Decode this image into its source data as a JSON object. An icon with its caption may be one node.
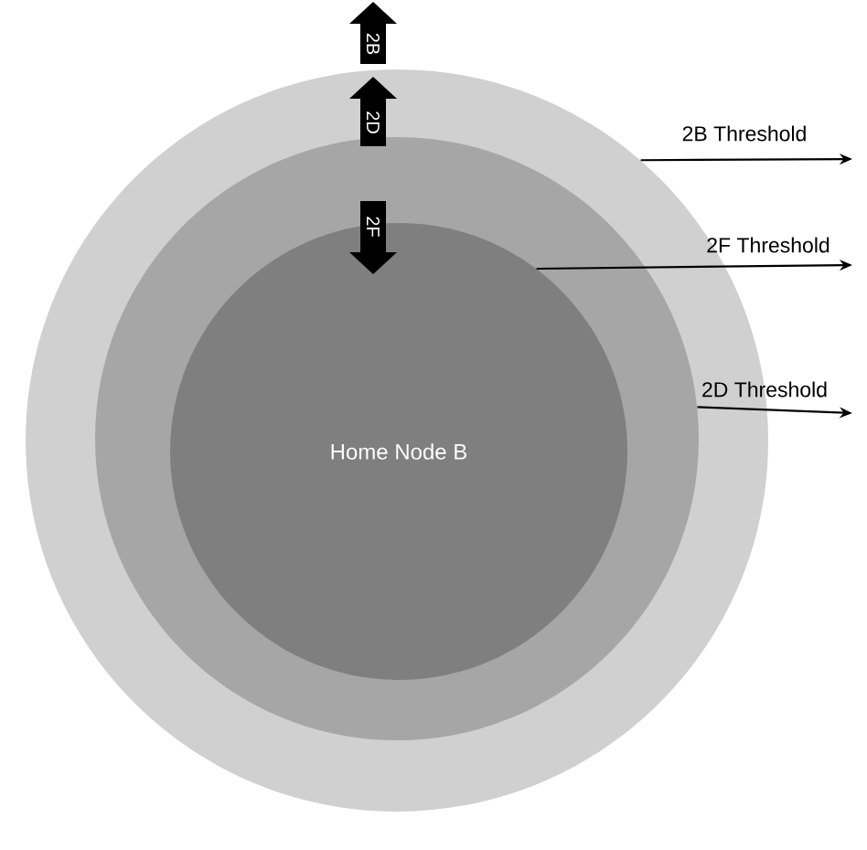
{
  "diagram": {
    "nodes": [
      {
        "text": [],
        "shape": "circle"
      },
      {
        "text": [],
        "shape": "circle",
        "in": 0
      },
      {
        "text": [
          "Home Node B"
        ],
        "in": 1
      }
    ],
    "edges": [
      {
        "from": 0,
        "to": null,
        "arrow": "to",
        "label": "2B Threshold"
      },
      {
        "from": 2,
        "to": null,
        "arrow": "to",
        "label": "2F Threshold"
      },
      {
        "from": 1,
        "to": null,
        "arrow": "to",
        "label": "2D Threshold"
      }
    ],
    "labels": [
      "2B",
      "2D",
      "2F"
    ]
  }
}
